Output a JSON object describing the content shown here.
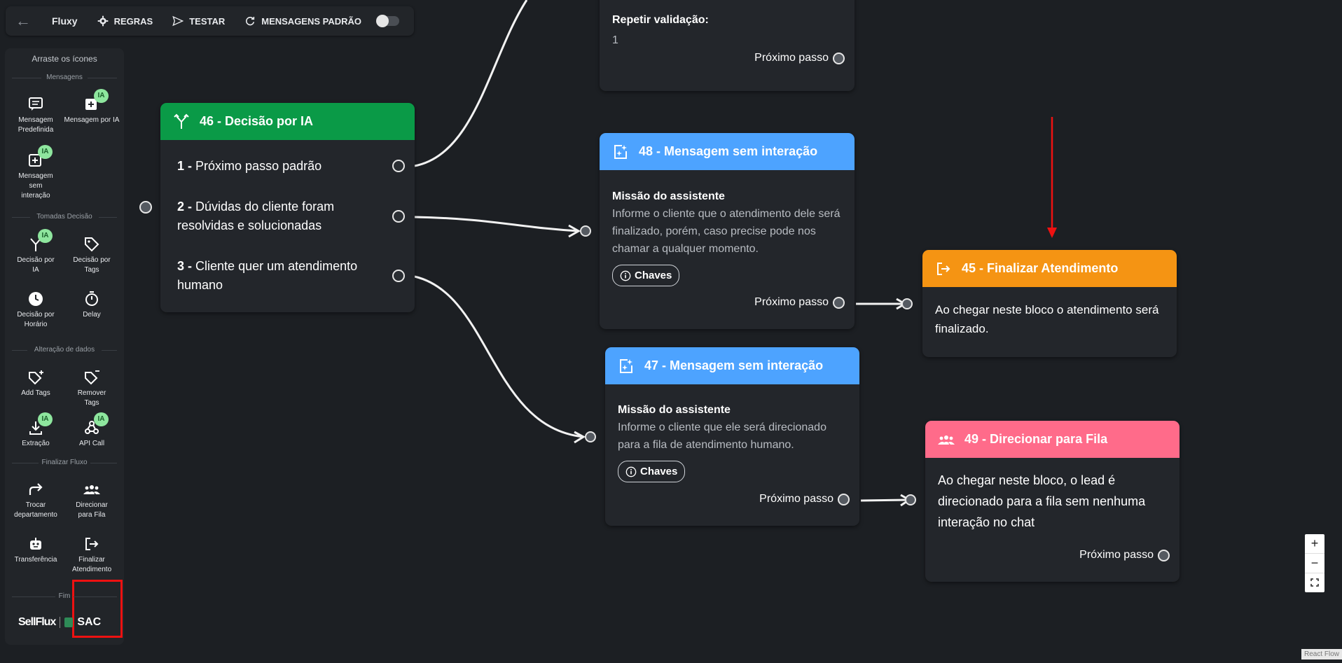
{
  "topbar": {
    "brand": "Fluxy",
    "rules": "REGRAS",
    "test": "TESTAR",
    "default_messages": "MENSAGENS PADRÃO"
  },
  "sidebar": {
    "title": "Arraste os ícones",
    "sections": {
      "messages": "Mensagens",
      "decisions": "Tomadas Decisão",
      "data": "Alteração de dados",
      "finish": "Finalizar Fluxo",
      "end": "Fim"
    },
    "items": {
      "predefined": "Mensagem Predefinida",
      "ai_message": "Mensagem por IA",
      "no_interaction": "Mensagem sem interação",
      "ai_decision": "Decisão por IA",
      "tag_decision": "Decisão por Tags",
      "time_decision": "Decisão por Horário",
      "delay": "Delay",
      "add_tags": "Add Tags",
      "remove_tags": "Remover Tags",
      "extraction": "Extração",
      "api_call": "API Call",
      "change_dept": "Trocar departamento",
      "direct_queue": "Direcionar para Fila",
      "transfer": "Transferência",
      "finish_service": "Finalizar Atendimento"
    },
    "ia_badge": "IA",
    "logo_left": "SellFlux",
    "logo_right": "SAC"
  },
  "nodes": {
    "top": {
      "label": "Repetir validação:",
      "value": "1",
      "next": "Próximo passo"
    },
    "n46": {
      "title": "46 - Decisão por IA",
      "options": [
        {
          "num": "1 -",
          "text": "Próximo passo padrão"
        },
        {
          "num": "2 -",
          "text": "Dúvidas do cliente foram resolvidas e solucionadas"
        },
        {
          "num": "3 -",
          "text": "Cliente quer um atendimento humano"
        }
      ]
    },
    "n48": {
      "title": "48 - Mensagem sem interação",
      "label": "Missão do assistente",
      "text": "Informe o cliente que o atendimento dele será finalizado, porém, caso precise pode nos chamar a qualquer momento.",
      "chip": "Chaves",
      "next": "Próximo passo"
    },
    "n47": {
      "title": "47 - Mensagem sem interação",
      "label": "Missão do assistente",
      "text": "Informe o cliente que ele será direcionado para a fila de atendimento humano.",
      "chip": "Chaves",
      "next": "Próximo passo"
    },
    "n45": {
      "title": "45 - Finalizar Atendimento",
      "text": "Ao chegar neste bloco o atendimento será finalizado."
    },
    "n49": {
      "title": "49 - Direcionar para Fila",
      "text": "Ao chegar neste bloco, o lead é direcionado para a fila sem nenhuma interação no chat",
      "next": "Próximo passo"
    }
  },
  "zoom": {
    "in": "+",
    "out": "−"
  },
  "attribution": "React Flow",
  "colors": {
    "canvas": "#1c1f23",
    "green": "#0a9a47",
    "blue": "#4da3ff",
    "orange": "#f59413",
    "pink": "#ff6b8a",
    "badge": "#8ee69e",
    "highlight": "#e11111"
  }
}
